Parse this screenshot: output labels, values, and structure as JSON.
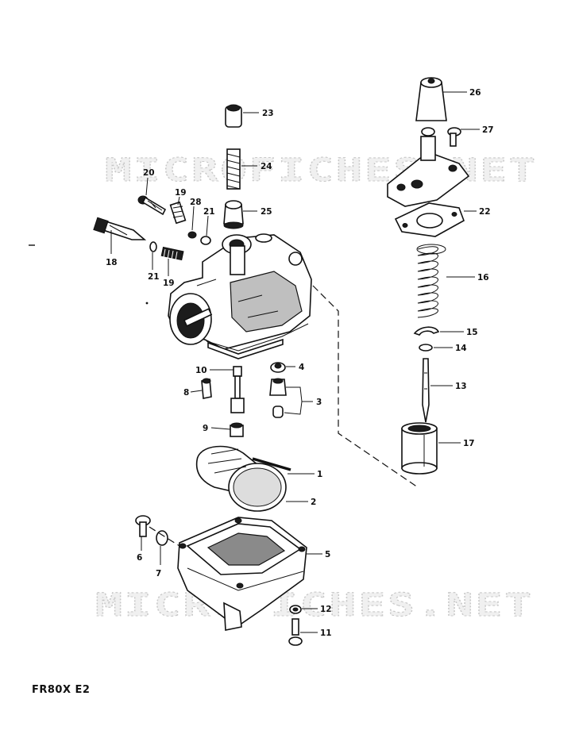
{
  "diagram": {
    "watermark_text": "MICROFICHES.NET",
    "callouts": [
      "1",
      "2",
      "3",
      "4",
      "5",
      "6",
      "7",
      "8",
      "9",
      "10",
      "11",
      "12",
      "13",
      "14",
      "15",
      "16",
      "17",
      "18",
      "19",
      "19",
      "20",
      "21",
      "21",
      "22",
      "23",
      "24",
      "25",
      "26",
      "27",
      "28"
    ],
    "model_code": "FR80X E2"
  }
}
